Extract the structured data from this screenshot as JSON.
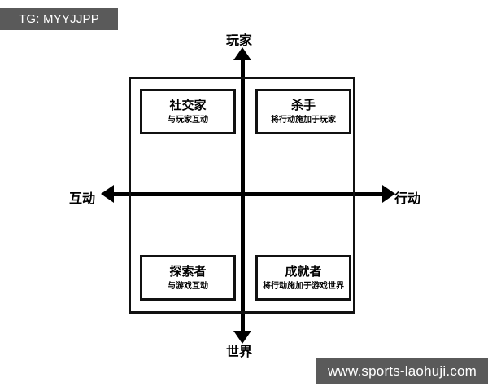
{
  "watermarks": {
    "telegram_badge": "TG: MYYJJPP",
    "site_badge": "www.sports-laohuji.com"
  },
  "diagram": {
    "type": "2x2-quadrant-matrix",
    "axes": {
      "vertical": {
        "top_label": "玩家",
        "bottom_label": "世界",
        "arrow_top": "arrow-up-icon",
        "arrow_bottom": "arrow-down-icon"
      },
      "horizontal": {
        "left_label": "互动",
        "right_label": "行动",
        "arrow_left": "arrow-left-icon",
        "arrow_right": "arrow-right-icon"
      }
    },
    "quadrants": [
      {
        "key": "socializer",
        "position": "top-left",
        "title": "社交家",
        "subtitle": "与玩家互动"
      },
      {
        "key": "killer",
        "position": "top-right",
        "title": "杀手",
        "subtitle": "将行动施加于玩家"
      },
      {
        "key": "explorer",
        "position": "bottom-left",
        "title": "探索者",
        "subtitle": "与游戏互动"
      },
      {
        "key": "achiever",
        "position": "bottom-right",
        "title": "成就者",
        "subtitle": "将行动施加于游戏世界"
      }
    ]
  },
  "colors": {
    "background": "#ffffff",
    "line": "#000000",
    "box_border": "#111111",
    "watermark_bg": "#5a5a5a",
    "watermark_text": "#ffffff"
  }
}
